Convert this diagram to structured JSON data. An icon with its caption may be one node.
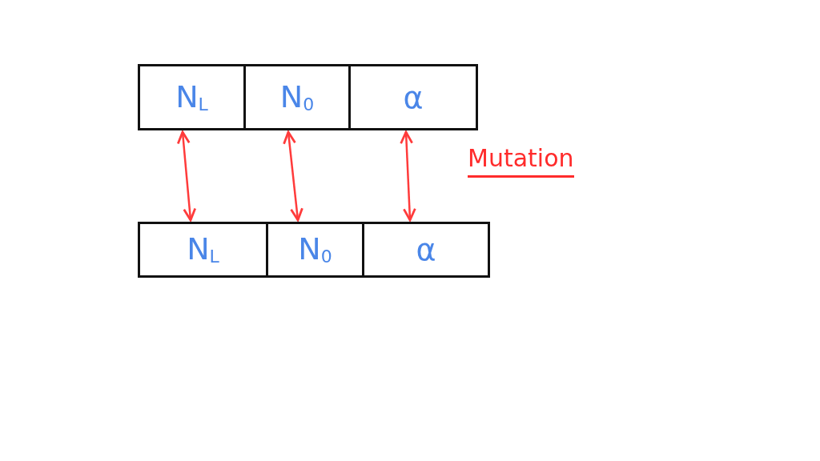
{
  "diagram": {
    "nodes": [
      {
        "text": [
          "N$_{L}$"
        ]
      },
      {
        "text": [
          "N$_{0}$"
        ]
      },
      {
        "text": [
          "α"
        ]
      },
      {
        "text": [
          "N$_{L}$"
        ]
      },
      {
        "text": [
          "N$_{0}$"
        ]
      },
      {
        "text": [
          "α"
        ]
      }
    ],
    "edges": [
      {
        "from": 0,
        "to": 3,
        "arrow": "both"
      },
      {
        "from": 1,
        "to": 4,
        "arrow": "both"
      },
      {
        "from": 2,
        "to": 5,
        "arrow": "both"
      }
    ],
    "labels": [
      "Mutation"
    ]
  }
}
